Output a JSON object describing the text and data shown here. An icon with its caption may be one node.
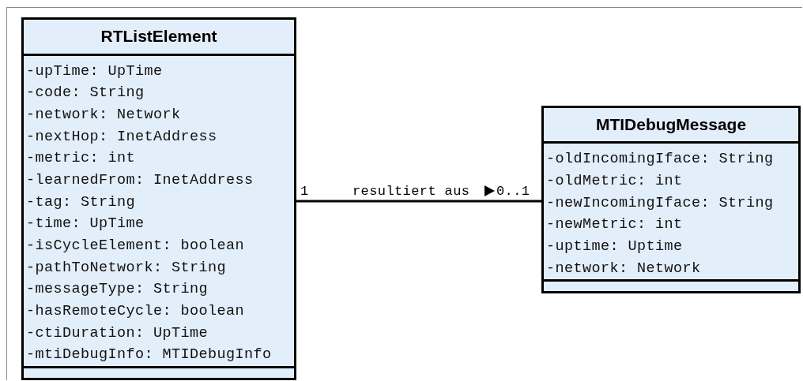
{
  "diagram": {
    "nodes": [
      {
        "text": [
          "RTListElement",
          "-upTime: UpTime",
          "-code: String",
          "-network: Network",
          "-nextHop: InetAddress",
          "-metric: int",
          "-learnedFrom: InetAddress",
          "-tag: String",
          "-time: UpTime",
          "-isCycleElement: boolean",
          "-pathToNetwork: String",
          "-messageType: String",
          "-hasRemoteCycle: boolean",
          "-ctiDuration: UpTime",
          "-mtiDebugInfo: MTIDebugInfo"
        ]
      },
      {
        "text": [
          "MTIDebugMessage",
          "-oldIncomingIface: String",
          "-oldMetric: int",
          "-newIncomingIface: String",
          "-newMetric: int",
          "-uptime: Uptime",
          "-network: Network"
        ]
      }
    ],
    "edges": [
      {
        "from": 0,
        "to": 1,
        "arrow": "none",
        "label": "resultiert aus"
      }
    ],
    "labels": [
      "1",
      "0..1"
    ]
  }
}
